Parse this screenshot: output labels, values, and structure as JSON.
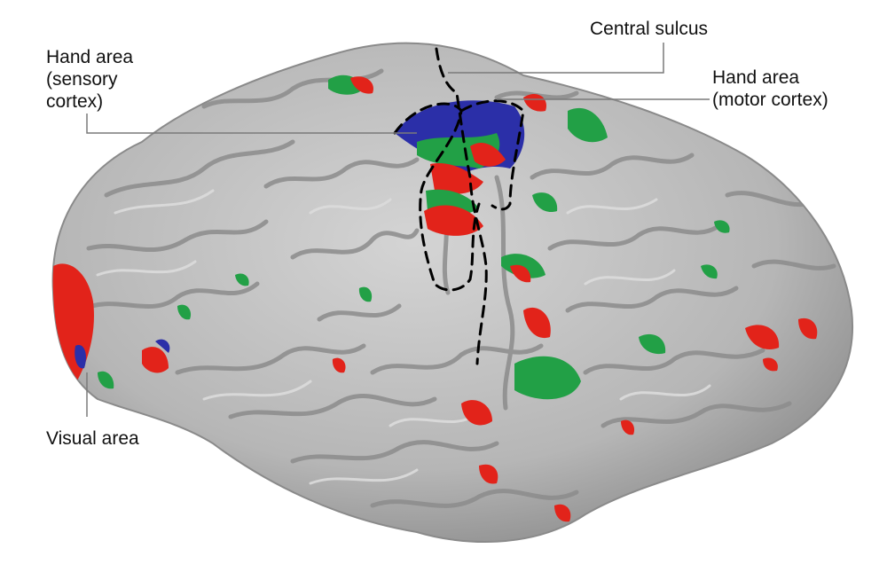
{
  "labels": {
    "central_sulcus": "Central sulcus",
    "hand_area_sensory": [
      "Hand area",
      "(sensory",
      "cortex)"
    ],
    "hand_area_motor": [
      "Hand area",
      "(motor cortex)"
    ],
    "visual_area": "Visual area"
  },
  "colors": {
    "background": "#ffffff",
    "cortex_surface": "#b9b9b9",
    "gyrus_fold": "#8a8a8a",
    "activation_red": "#e2231a",
    "activation_green": "#22a046",
    "activation_blue": "#2b2fa8",
    "leader_line": "#7a7a7a",
    "region_outline": "#000000"
  }
}
